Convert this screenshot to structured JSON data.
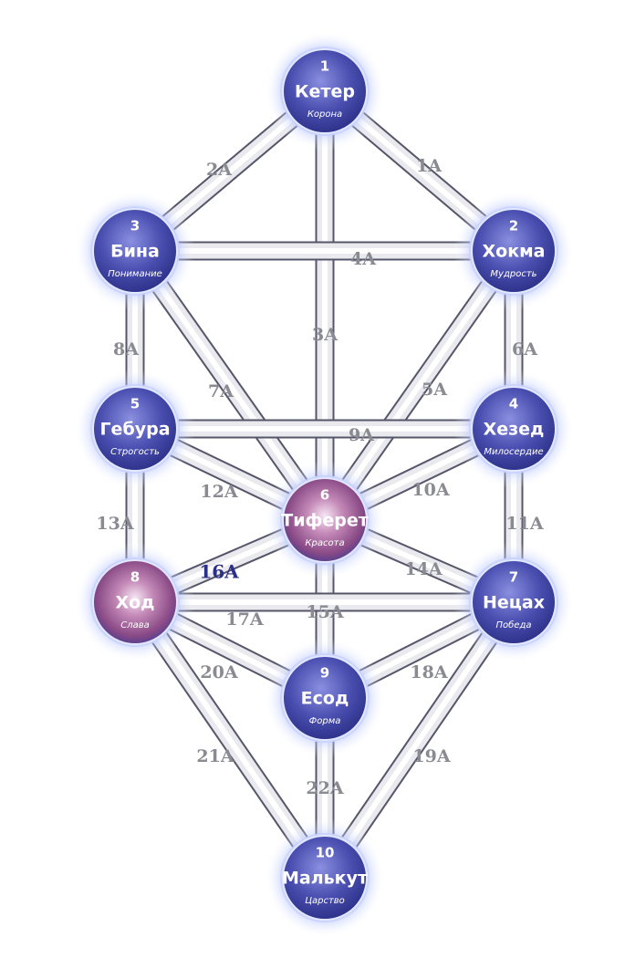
{
  "nodes": [
    {
      "id": "1",
      "number": "1",
      "name": "Кетер",
      "subtitle": "Корона",
      "style": "blue"
    },
    {
      "id": "2",
      "number": "2",
      "name": "Хокма",
      "subtitle": "Мудрость",
      "style": "blue"
    },
    {
      "id": "3",
      "number": "3",
      "name": "Бина",
      "subtitle": "Понимание",
      "style": "blue"
    },
    {
      "id": "4",
      "number": "4",
      "name": "Хезед",
      "subtitle": "Милосердие",
      "style": "blue"
    },
    {
      "id": "5",
      "number": "5",
      "name": "Гебура",
      "subtitle": "Строгость",
      "style": "blue"
    },
    {
      "id": "6",
      "number": "6",
      "name": "Тиферет",
      "subtitle": "Красота",
      "style": "pink"
    },
    {
      "id": "7",
      "number": "7",
      "name": "Нецах",
      "subtitle": "Победа",
      "style": "blue"
    },
    {
      "id": "8",
      "number": "8",
      "name": "Ход",
      "subtitle": "Слава",
      "style": "pink"
    },
    {
      "id": "9",
      "number": "9",
      "name": "Есод",
      "subtitle": "Форма",
      "style": "blue"
    },
    {
      "id": "10",
      "number": "10",
      "name": "Малькут",
      "subtitle": "Царство",
      "style": "blue"
    }
  ],
  "paths": [
    {
      "label": "1A",
      "from": "1",
      "to": "2"
    },
    {
      "label": "2A",
      "from": "1",
      "to": "3"
    },
    {
      "label": "3A",
      "from": "1",
      "to": "6"
    },
    {
      "label": "4A",
      "from": "3",
      "to": "2"
    },
    {
      "label": "5A",
      "from": "2",
      "to": "6"
    },
    {
      "label": "6A",
      "from": "2",
      "to": "4"
    },
    {
      "label": "7A",
      "from": "3",
      "to": "6"
    },
    {
      "label": "8A",
      "from": "3",
      "to": "5"
    },
    {
      "label": "9A",
      "from": "5",
      "to": "4"
    },
    {
      "label": "10A",
      "from": "4",
      "to": "6"
    },
    {
      "label": "11A",
      "from": "4",
      "to": "7"
    },
    {
      "label": "12A",
      "from": "5",
      "to": "6"
    },
    {
      "label": "13A",
      "from": "5",
      "to": "8"
    },
    {
      "label": "14A",
      "from": "6",
      "to": "7"
    },
    {
      "label": "15A",
      "from": "6",
      "to": "9"
    },
    {
      "label": "16A",
      "from": "6",
      "to": "8",
      "highlight": true
    },
    {
      "label": "17A",
      "from": "8",
      "to": "7"
    },
    {
      "label": "18A",
      "from": "7",
      "to": "9"
    },
    {
      "label": "19A",
      "from": "7",
      "to": "10"
    },
    {
      "label": "20A",
      "from": "8",
      "to": "9"
    },
    {
      "label": "21A",
      "from": "8",
      "to": "10"
    },
    {
      "label": "22A",
      "from": "9",
      "to": "10"
    }
  ],
  "colors": {
    "label": "#8a8a92",
    "highlight_label": "#2a2f8a",
    "node_blue": "#3b3f9e",
    "node_pink": "#9a4f8a"
  }
}
